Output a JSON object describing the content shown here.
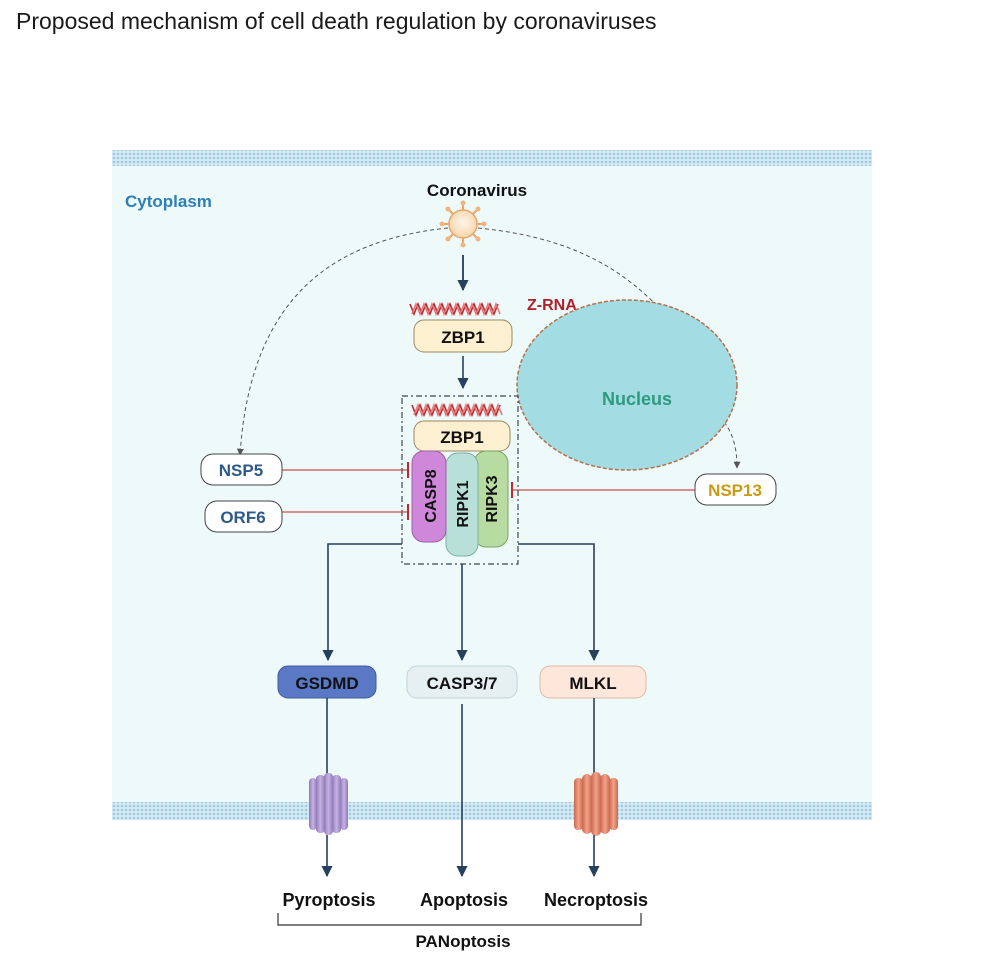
{
  "title": "Proposed mechanism of cell death regulation by coronaviruses",
  "labels": {
    "cytoplasm": "Cytoplasm",
    "coronavirus": "Coronavirus",
    "zrna": "Z-RNA",
    "nucleus": "Nucleus",
    "zbp1_top": "ZBP1",
    "zbp1_complex": "ZBP1",
    "casp8": "CASP8",
    "ripk1": "RIPK1",
    "ripk3": "RIPK3",
    "nsp5": "NSP5",
    "orf6": "ORF6",
    "nsp13": "NSP13",
    "gsdmd": "GSDMD",
    "casp37": "CASP3/7",
    "mlkl": "MLKL",
    "pyroptosis": "Pyroptosis",
    "apoptosis": "Apoptosis",
    "necroptosis": "Necroptosis",
    "panoptosis": "PANoptosis"
  },
  "colors": {
    "cytoplasm_fill": "#eef9f9",
    "membrane": "#b9d9e7",
    "nucleus_fill": "#a3dde3",
    "nucleus_text": "#2e9a7e",
    "zrna": "#c0282b",
    "arrow": "#27405e",
    "inhibition": "#c0282b",
    "cytoplasm_text": "#2c7fb8",
    "nsp13_text": "#c89b12",
    "gsdmd_fill": "#5a78c4",
    "casp8_fill": "#cf87d9",
    "ripk1_fill": "#b8e0d8",
    "ripk3_fill": "#b7dba0",
    "zbp1_fill": "#fdf0d0",
    "mlkl_fill": "#fde6da",
    "casp37_fill": "#e6f0f3"
  },
  "icons": [
    "coronavirus-icon",
    "z-rna-helix-icon",
    "gasdermin-pore-icon",
    "mlkl-pore-icon"
  ]
}
